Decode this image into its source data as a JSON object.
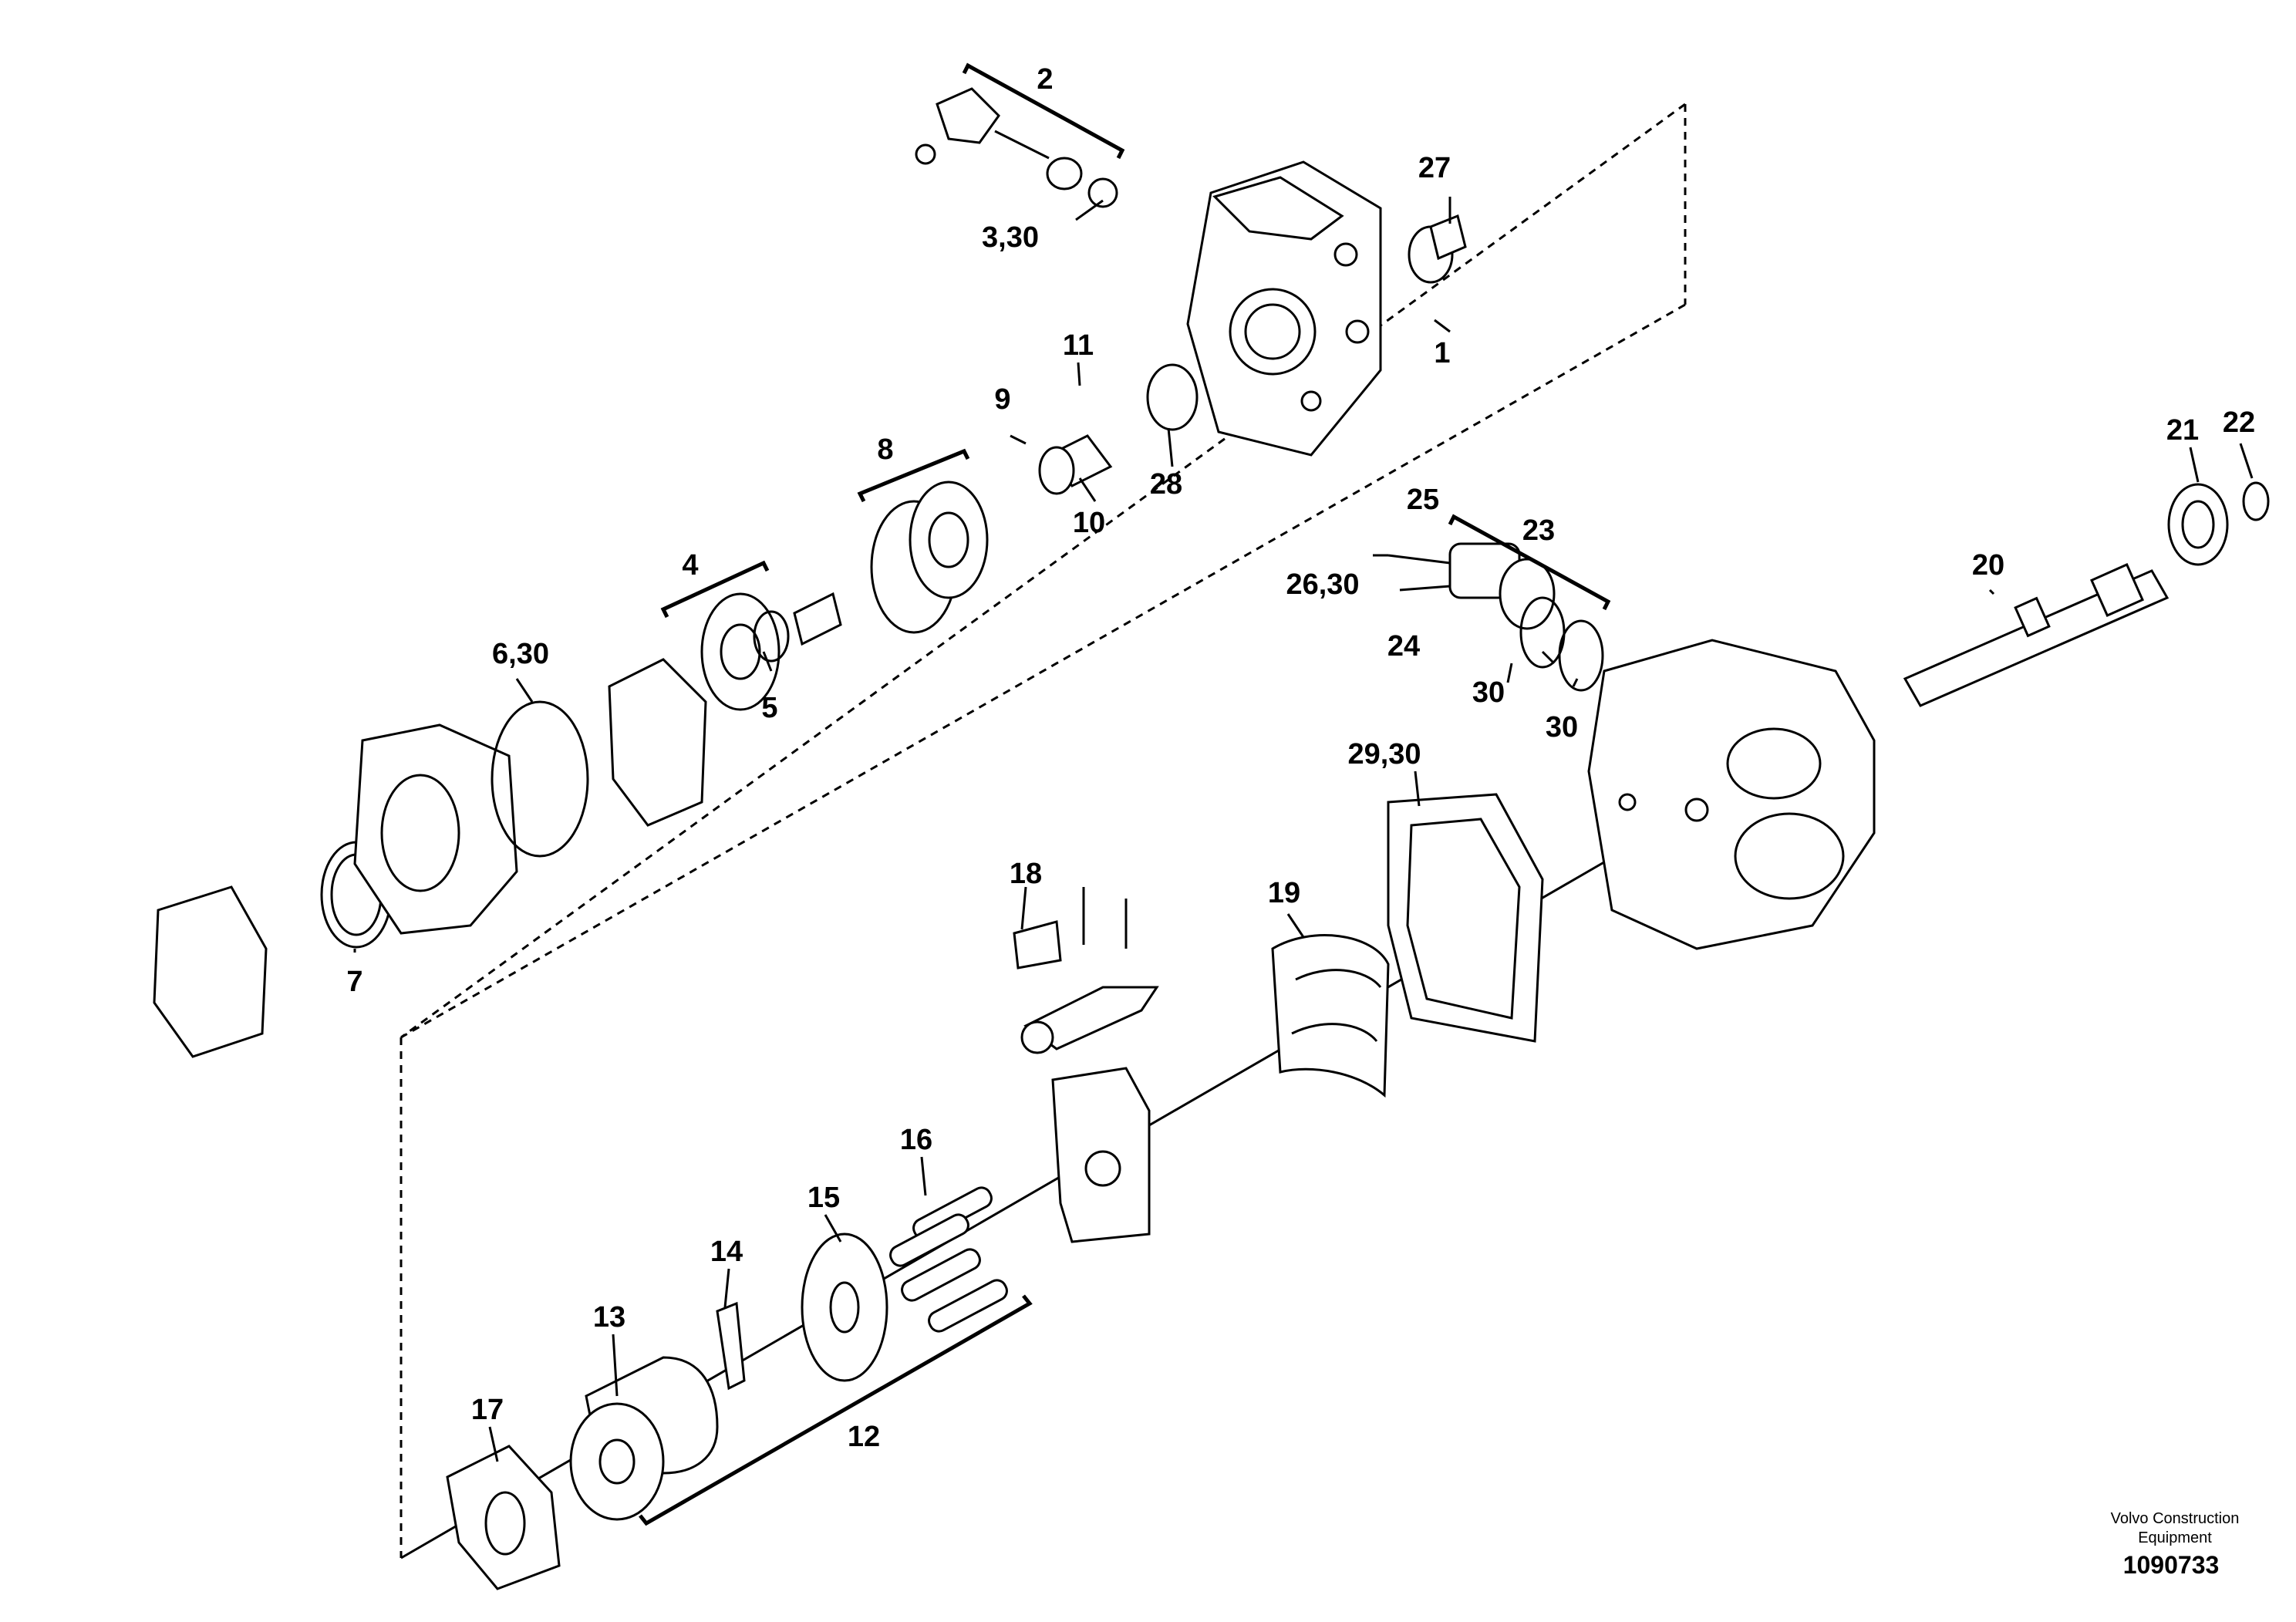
{
  "labels": {
    "p1": "1",
    "p2": "2",
    "p3_30": "3,30",
    "p4": "4",
    "p5": "5",
    "p6_30": "6,30",
    "p7": "7",
    "p8": "8",
    "p9": "9",
    "p10": "10",
    "p11": "11",
    "p12": "12",
    "p13": "13",
    "p14": "14",
    "p15": "15",
    "p16": "16",
    "p17": "17",
    "p18": "18",
    "p19": "19",
    "p20": "20",
    "p21": "21",
    "p22": "22",
    "p23": "23",
    "p24": "24",
    "p25": "25",
    "p26_30": "26,30",
    "p27": "27",
    "p28": "28",
    "p29_30": "29,30",
    "p30a": "30",
    "p30b": "30"
  },
  "footer": {
    "company_line1": "Volvo Construction",
    "company_line2": "Equipment",
    "drawing_number": "1090733"
  }
}
